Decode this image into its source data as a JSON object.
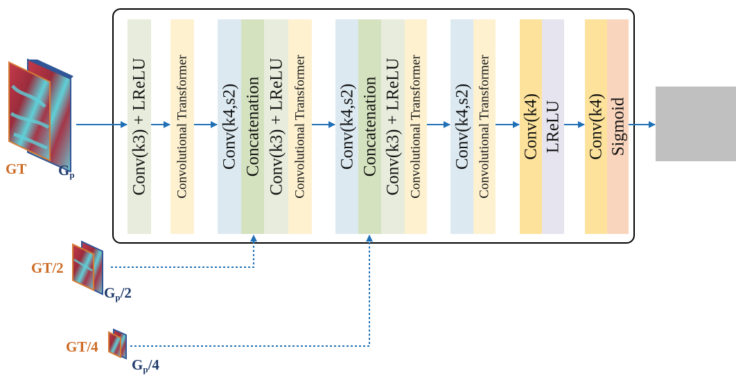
{
  "blocks": {
    "b1": "Conv(k3) + LReLU",
    "b2": "Convolutional Transformer",
    "b3": "Conv(k4,s2)",
    "b4": "Concatenation",
    "b5": "Conv(k3) + LReLU",
    "b6": "Convolutional Transformer",
    "b7": "Conv(k4,s2)",
    "b8": "Concatenation",
    "b9": "Conv(k3) + LReLU",
    "b10": "Convolutional Transformer",
    "b11": "Conv(k4,s2)",
    "b12": "Convolutional Transformer",
    "b13": "Conv(k4)",
    "b14": "LReLU",
    "b15": "Conv(k4)",
    "b16": "Sigmoid"
  },
  "inputs": {
    "full": {
      "gt": "GT",
      "gp_main": "G",
      "gp_sub": "p",
      "gp_suffix": ""
    },
    "half": {
      "gt": "GT/2",
      "gp_main": "G",
      "gp_sub": "p",
      "gp_suffix": "/2"
    },
    "quarter": {
      "gt": "GT/4",
      "gp_main": "G",
      "gp_sub": "p",
      "gp_suffix": "/4"
    }
  },
  "colors": {
    "conv_lrelu": "#e8ecdc",
    "transformer": "#fdf1d0",
    "conv_stride": "#dce9f1",
    "concat": "#d5e2bf",
    "conv_k4": "#fde29b",
    "lrelu": "#e6e4ee",
    "sigmoid": "#f9d5bd",
    "arrow": "#1f6fb5",
    "gt_label": "#cc6a23",
    "gp_label": "#1f3a6b"
  }
}
